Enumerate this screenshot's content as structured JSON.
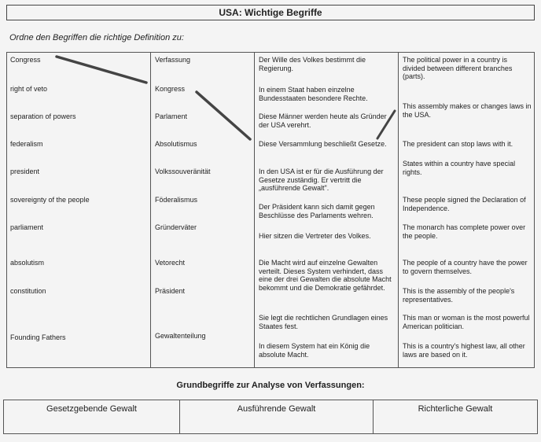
{
  "title": "USA: Wichtige Begriffe",
  "instruction": "Ordne den Begriffen die richtige Definition zu:",
  "terms_en": [
    "Congress",
    "right of veto",
    "separation of powers",
    "federalism",
    "president",
    "sovereignty of the people",
    "parliament",
    "absolutism",
    "constitution",
    "Founding Fathers"
  ],
  "terms_de": [
    "Verfassung",
    "Kongress",
    "Parlament",
    "Absolutismus",
    "Volkssouveränität",
    "Föderalismus",
    "Gründerväter",
    "Vetorecht",
    "Präsident",
    "Gewaltenteilung"
  ],
  "defs_de": [
    "Der Wille des Volkes bestimmt die Regierung.",
    "In einem Staat haben einzelne Bundesstaaten besondere Rechte.",
    "Diese Männer werden heute als Gründer der USA verehrt.",
    "Diese Versammlung beschließt Gesetze.",
    "In den USA ist er für die Ausführung der Gesetze zuständig. Er vertritt die „ausführende Gewalt\".",
    " Der Präsident kann sich damit gegen Beschlüsse des Parlaments wehren.",
    "Hier sitzen die Vertreter des Volkes.",
    "Die Macht wird auf einzelne Gewalten verteilt. Dieses System verhindert, dass eine der drei Gewalten die absolute Macht bekommt und die Demokratie gefährdet.",
    "Sie legt die rechtlichen Grundlagen eines Staates fest.",
    "In diesem System hat ein König die absolute Macht."
  ],
  "defs_en": [
    "The political power in a country is divided between different branches (parts).",
    "This assembly makes or changes laws in the USA.",
    "The president can stop laws with it.",
    "States within a country have special rights.",
    "These people signed the Declaration of Independence.",
    "The monarch has complete power over the people.",
    "The people of a country have the power to govern themselves.",
    "This is the assembly of the people's representatives.",
    "This man or woman is the most powerful American politician.",
    "This is a country's highest law, all other laws are based on it."
  ],
  "subheading": "Grundbegriffe zur Analyse von Verfassungen:",
  "bottom_headers": [
    "Gesetzgebende Gewalt",
    "Ausführende Gewalt",
    "Richterliche Gewalt"
  ]
}
